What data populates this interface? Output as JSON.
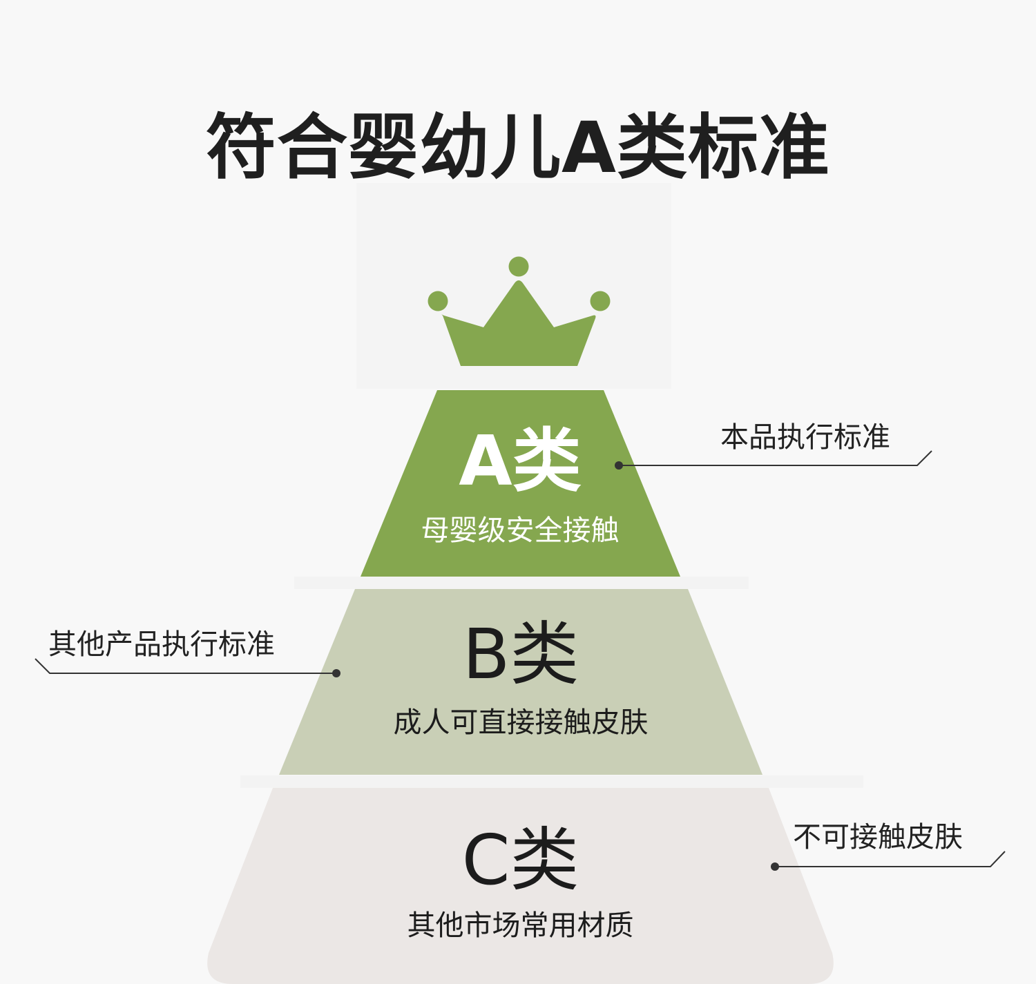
{
  "title": "符合婴幼儿A类标准",
  "colors": {
    "background": "#f8f8f8",
    "tier_a": "#85a74f",
    "tier_b": "#c9cfb6",
    "tier_c": "#ebe7e5",
    "crown": "#85a74f",
    "leader_line": "#333333",
    "title_text": "#1f1f1f"
  },
  "icon": "crown-icon",
  "tiers": [
    {
      "grade": "A类",
      "description": "母婴级安全接触",
      "callout": "本品执行标准"
    },
    {
      "grade": "B类",
      "description": "成人可直接接触皮肤",
      "callout": "其他产品执行标准"
    },
    {
      "grade": "C类",
      "description": "其他市场常用材质",
      "callout": "不可接触皮肤"
    }
  ]
}
